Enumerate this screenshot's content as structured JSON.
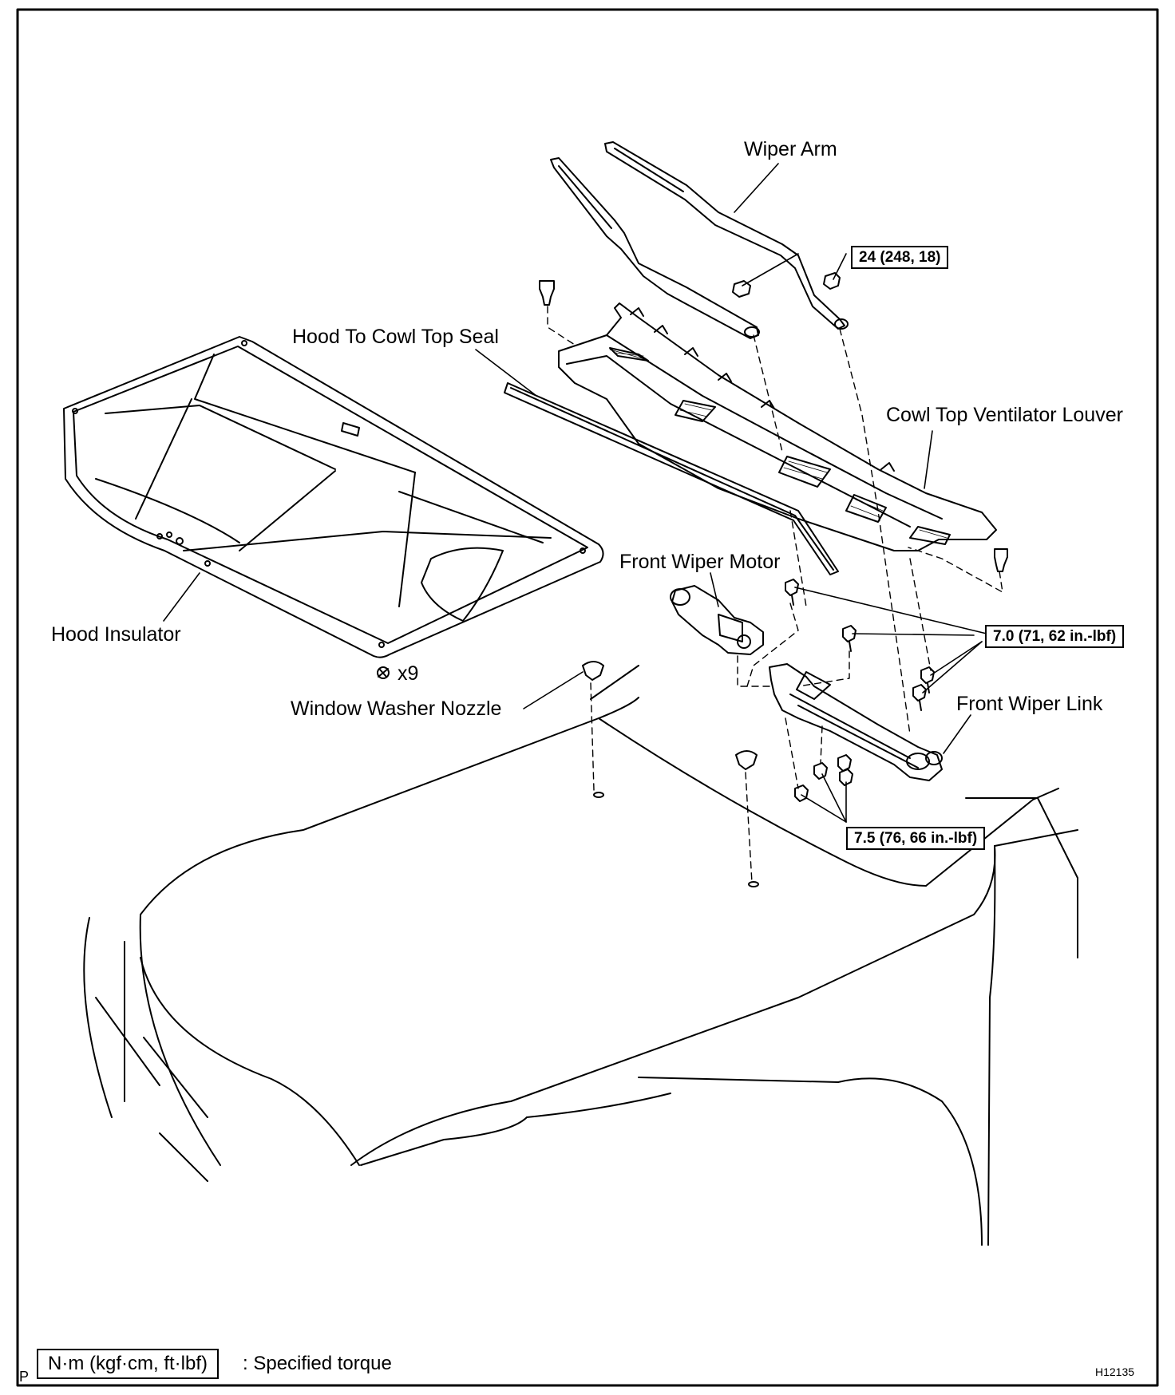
{
  "labels": {
    "wiper_arm": "Wiper Arm",
    "hood_to_cowl_top_seal": "Hood To Cowl Top Seal",
    "cowl_top_ventilator_louver": "Cowl Top Ventilator Louver",
    "front_wiper_motor": "Front Wiper Motor",
    "hood_insulator": "Hood Insulator",
    "clip_count": "x9",
    "window_washer_nozzle": "Window Washer Nozzle",
    "front_wiper_link": "Front Wiper Link"
  },
  "torques": {
    "wiper_arm_nut": "24 (248, 18)",
    "wiper_link_bolt": "7.0 (71, 62 in.-lbf)",
    "wiper_motor_bolt": "7.5 (76, 66 in.-lbf)"
  },
  "legend": {
    "unit_box": "N·m (kgf·cm, ft·lbf)",
    "description": ": Specified torque"
  },
  "corner_marks": {
    "left": "P",
    "figure_id": "H12135"
  }
}
